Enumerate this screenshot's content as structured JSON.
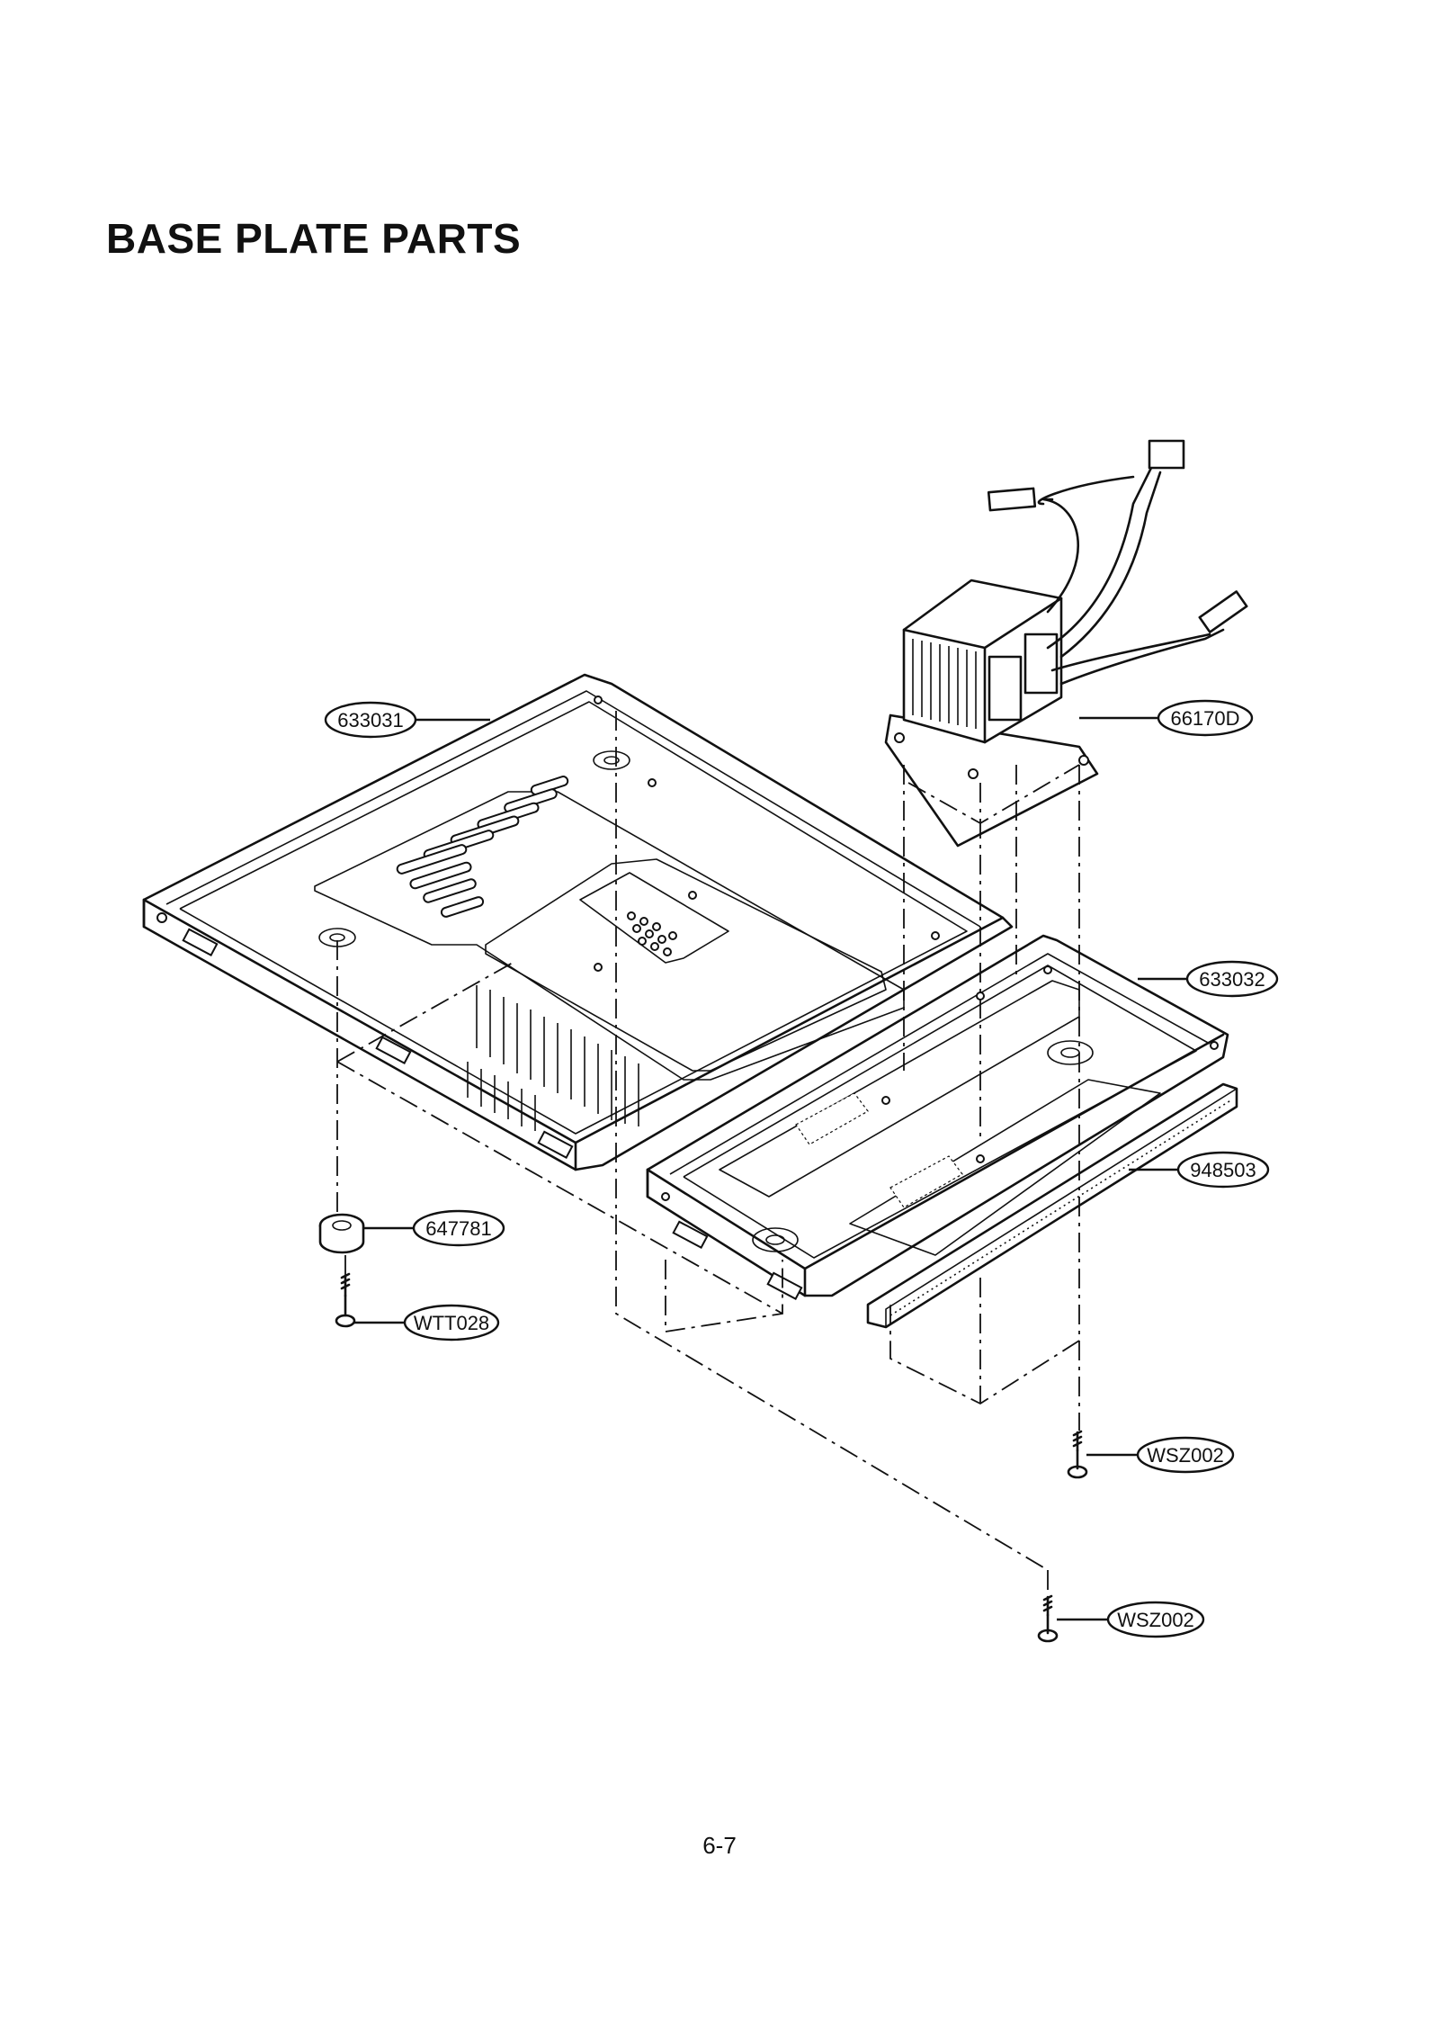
{
  "page": {
    "title": "BASE PLATE PARTS",
    "page_number": "6-7"
  },
  "callouts": [
    {
      "id": "633031"
    },
    {
      "id": "66170D"
    },
    {
      "id": "633032"
    },
    {
      "id": "948503"
    },
    {
      "id": "647781"
    },
    {
      "id": "WTT028"
    },
    {
      "id": "WSZ002"
    },
    {
      "id": "WSZ002"
    }
  ]
}
